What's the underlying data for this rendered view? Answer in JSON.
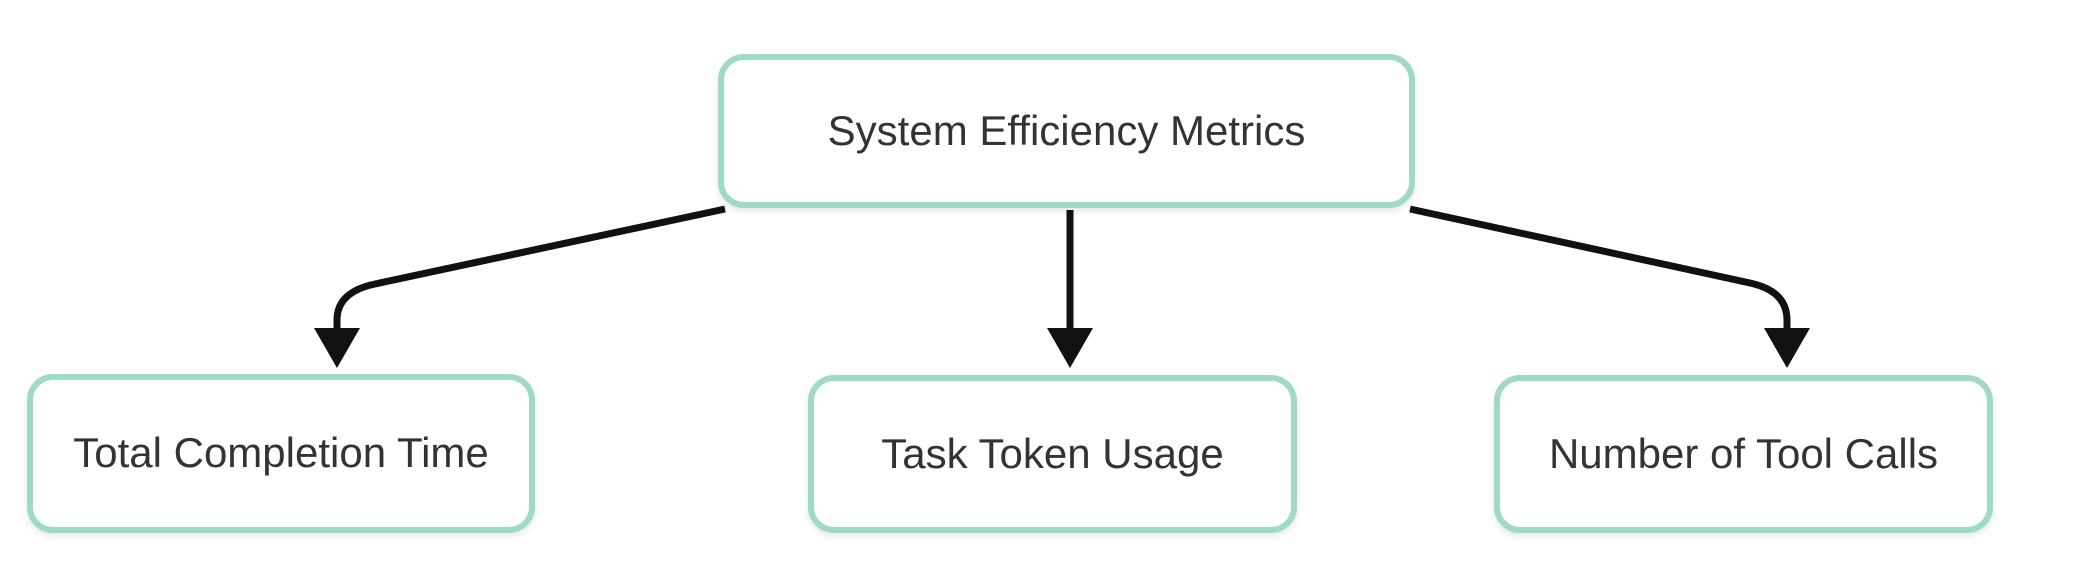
{
  "diagram": {
    "type": "flowchart",
    "direction": "top-down",
    "root": {
      "id": "root",
      "label": "System Efficiency Metrics"
    },
    "children": [
      {
        "id": "child-0",
        "label": "Total Completion Time"
      },
      {
        "id": "child-1",
        "label": "Task Token Usage"
      },
      {
        "id": "child-2",
        "label": "Number of Tool Calls"
      }
    ],
    "edges": [
      {
        "from": "root",
        "to": "child-0",
        "arrow": "filled-triangle-down"
      },
      {
        "from": "root",
        "to": "child-1",
        "arrow": "filled-triangle-down"
      },
      {
        "from": "root",
        "to": "child-2",
        "arrow": "filled-triangle-down"
      }
    ],
    "colors": {
      "node_border": "#9edac6",
      "node_fill": "#ffffff",
      "text": "#333333",
      "arrow": "#111111",
      "background": "#ffffff"
    }
  }
}
